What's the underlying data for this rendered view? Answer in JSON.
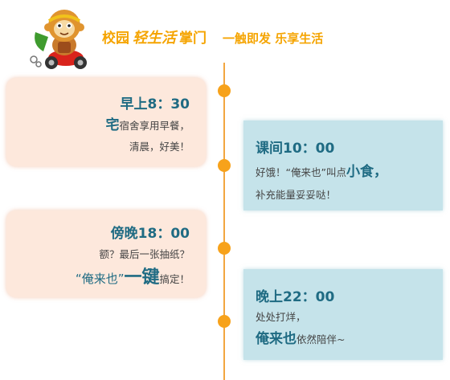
{
  "header": {
    "slogan_a": "校园",
    "slogan_b": "轻生活",
    "slogan_c": "掌门",
    "slogan_d": "一触即发 乐享生活"
  },
  "colors": {
    "accent_orange": "#f5a400",
    "timeline": "#f2a640",
    "left_card_bg": "#fde8dc",
    "right_card_bg": "#c5e3ea",
    "heading_teal": "#1f6b83"
  },
  "cards": {
    "morning": {
      "time": "早上8：30",
      "big": "宅",
      "l1_rest": "宿舍享用早餐，",
      "l2": "清晨，好美！"
    },
    "class": {
      "time": "课间10：00",
      "l1_pre": "好饿！“俺来也”叫点",
      "l1_big": "小食，",
      "l2": "补充能量妥妥哒！"
    },
    "evening": {
      "time": "傍晚18：00",
      "l1": "额？最后一张抽纸？",
      "l2_q": "“俺来也”",
      "l2_big": "一键",
      "l2_rest": "搞定！"
    },
    "night": {
      "time": "晚上22：00",
      "l1": "处处打烊，",
      "l2_big": "俺来也",
      "l2_rest": "依然陪伴~"
    }
  }
}
